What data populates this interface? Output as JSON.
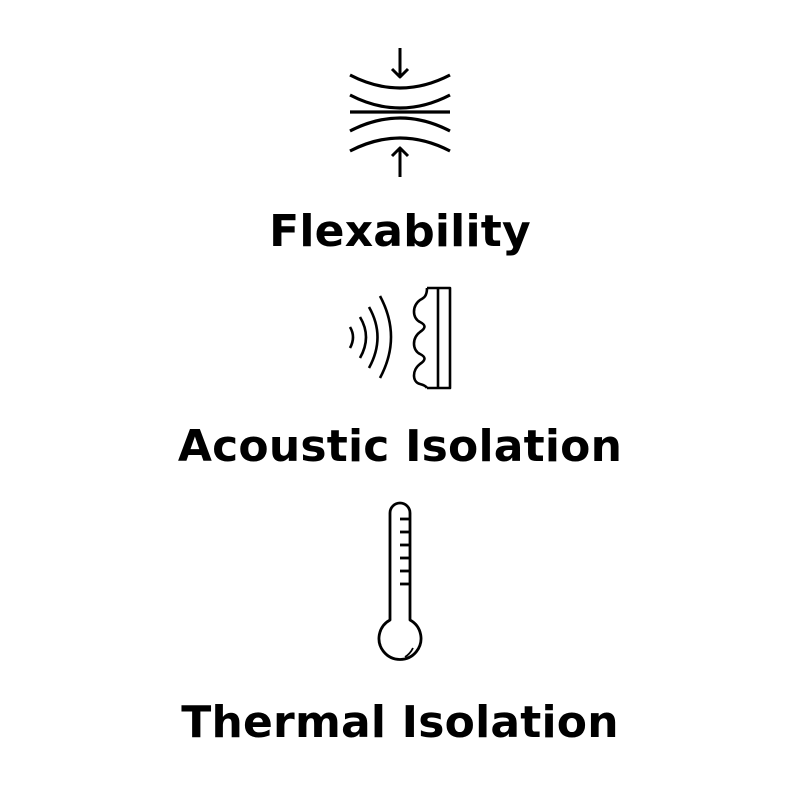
{
  "features": [
    {
      "icon": "compression-flex-icon",
      "label": "Flexability"
    },
    {
      "icon": "sound-wave-panel-icon",
      "label": "Acoustic Isolation"
    },
    {
      "icon": "thermometer-icon",
      "label": "Thermal Isolation"
    }
  ],
  "colors": {
    "text": "#000000",
    "background": "#ffffff",
    "icon_stroke": "#000000"
  }
}
